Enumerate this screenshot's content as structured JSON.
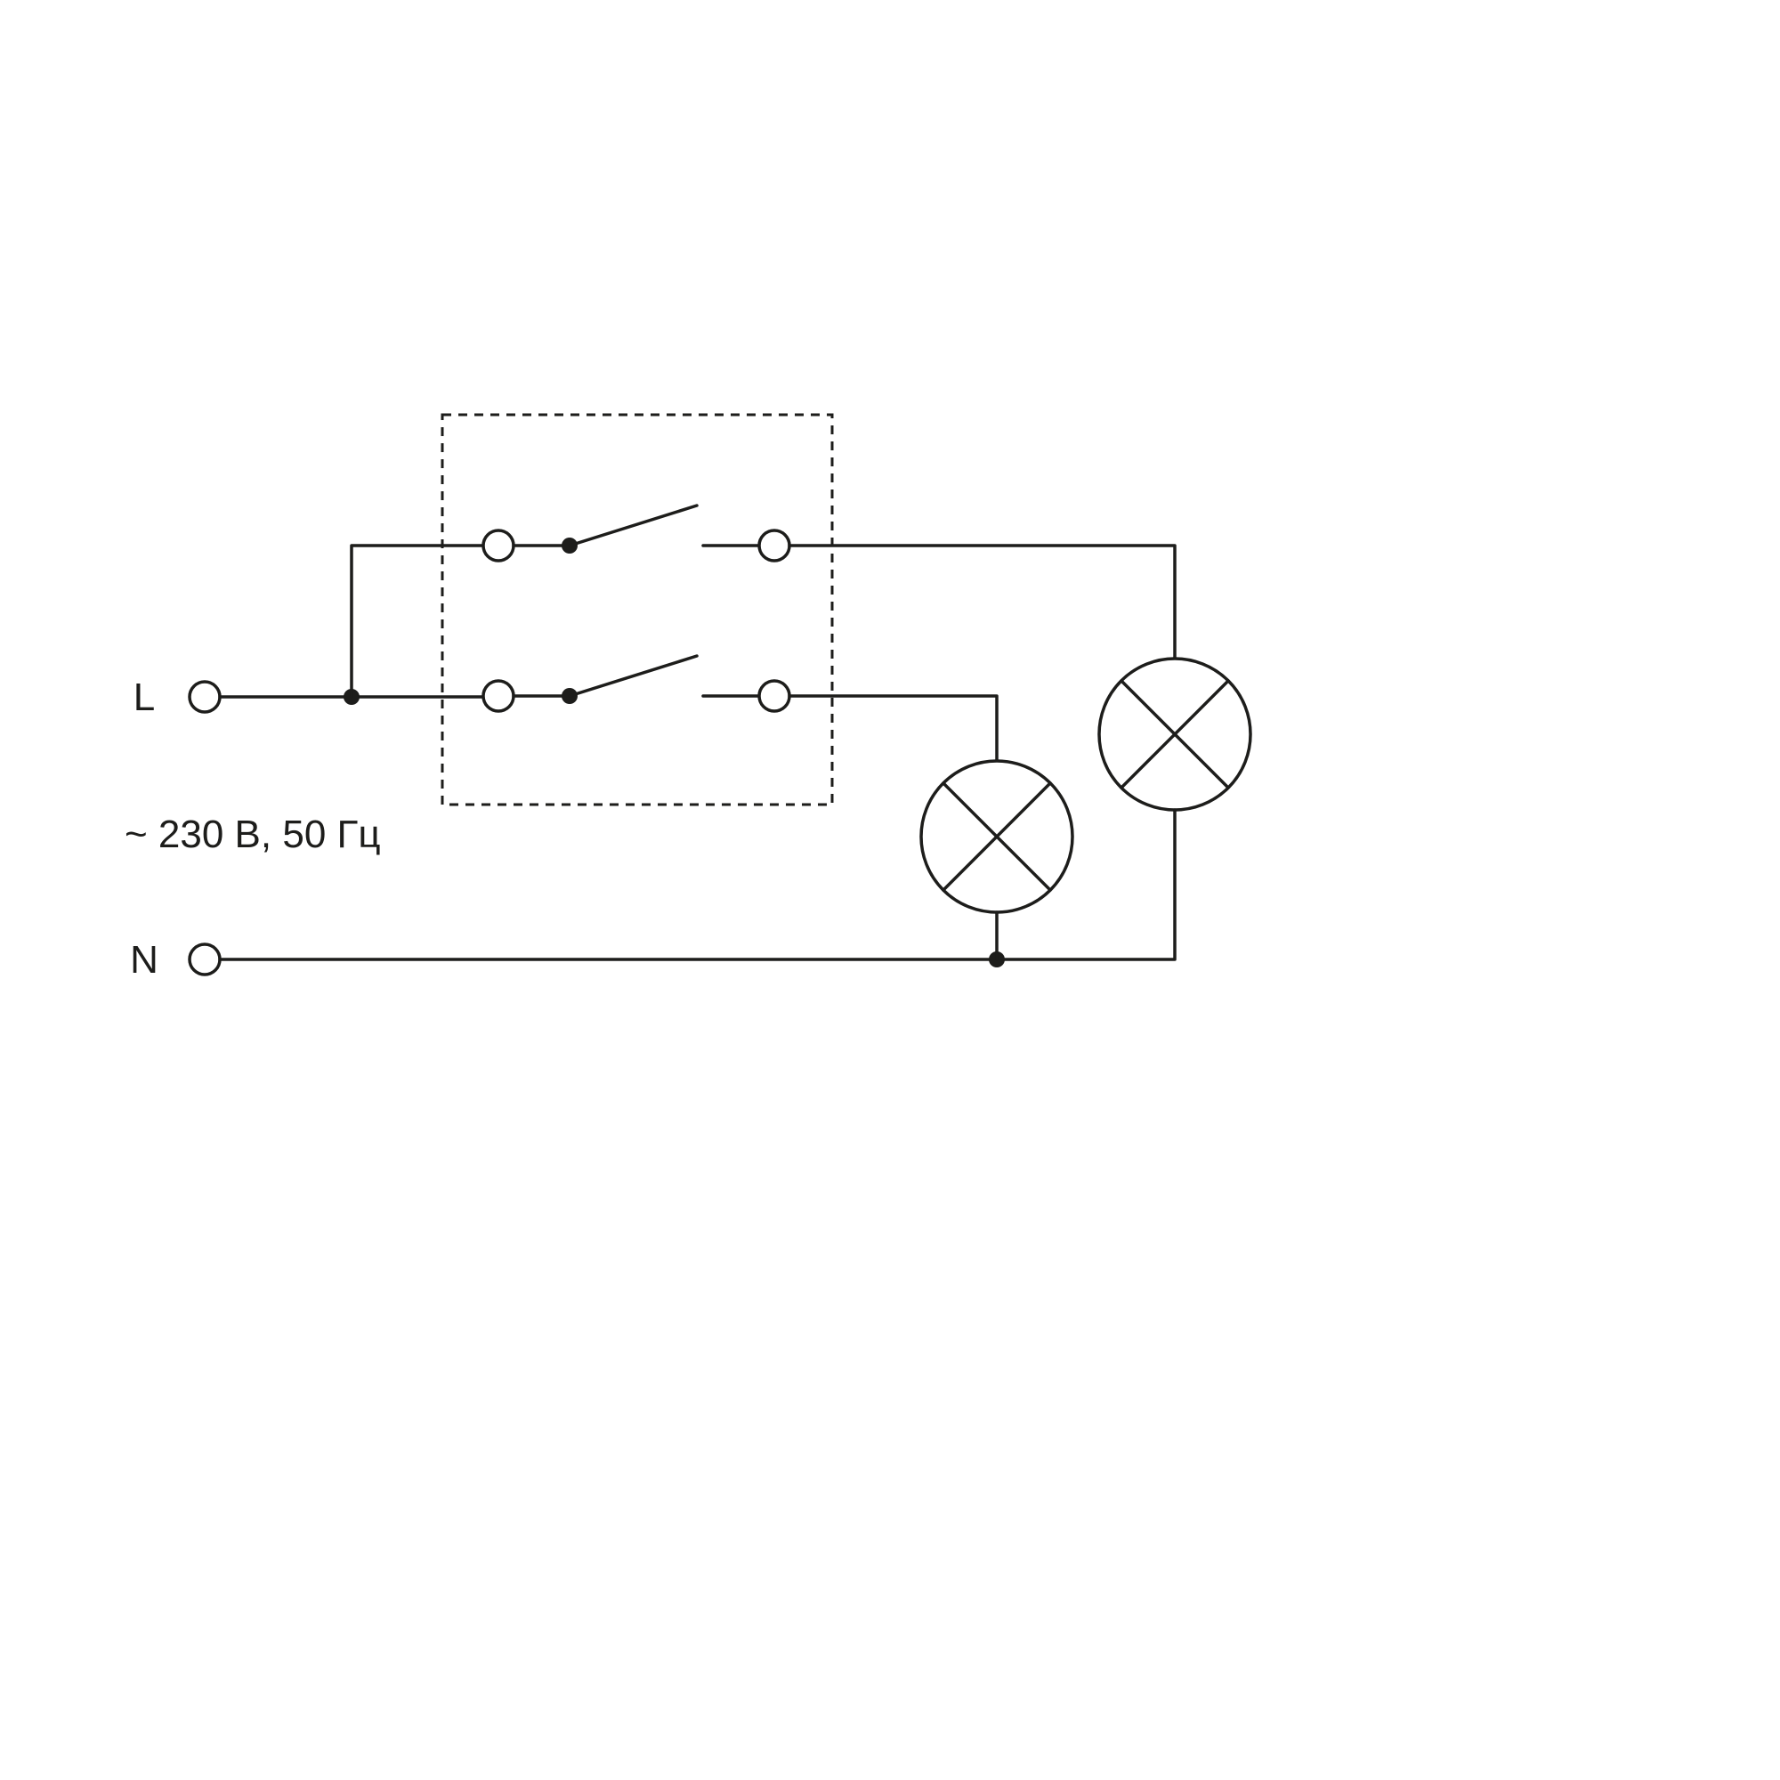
{
  "diagram": {
    "type": "electrical-wiring-diagram",
    "description": "Two-gang switch wiring diagram controlling two lamps",
    "labels": {
      "line": "L",
      "neutral": "N",
      "rating": "~ 230 В, 50 Гц"
    },
    "components": {
      "switches": [
        {
          "name": "switch-1",
          "position": "top",
          "state": "open"
        },
        {
          "name": "switch-2",
          "position": "bottom",
          "state": "open"
        }
      ],
      "lamps": [
        {
          "name": "lamp-1",
          "position": "left"
        },
        {
          "name": "lamp-2",
          "position": "right"
        }
      ],
      "enclosure": "dashed-box"
    },
    "colors": {
      "line": "#1d1d1b",
      "background": "#ffffff"
    }
  }
}
